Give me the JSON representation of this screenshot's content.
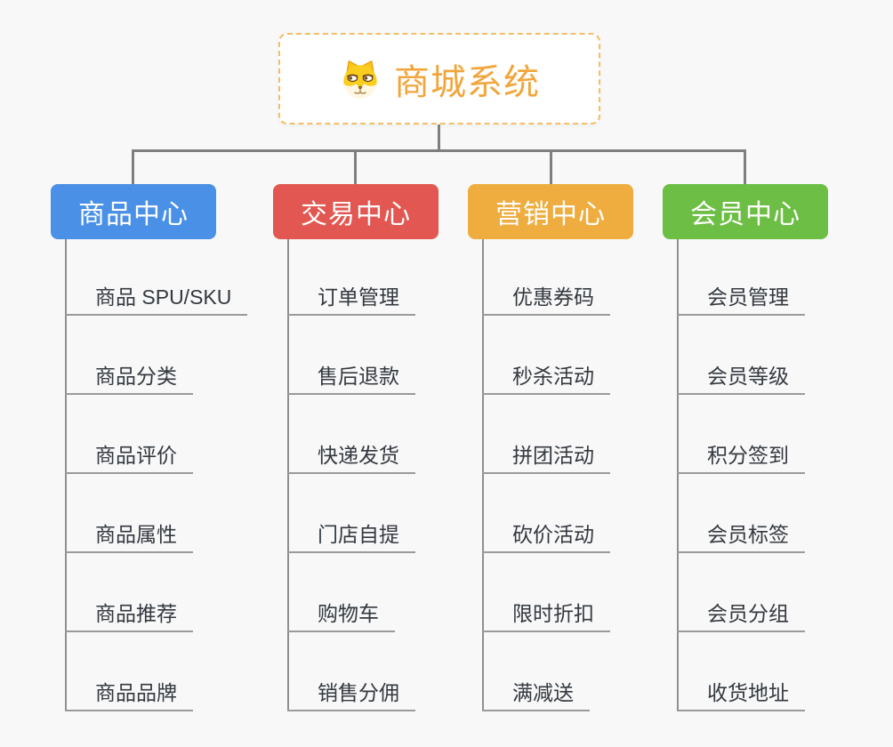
{
  "root": {
    "title": "商城系统"
  },
  "branches": [
    {
      "label": "商品中心",
      "color": "#4a90e6",
      "items": [
        "商品 SPU/SKU",
        "商品分类",
        "商品评价",
        "商品属性",
        "商品推荐",
        "商品品牌"
      ]
    },
    {
      "label": "交易中心",
      "color": "#e25752",
      "items": [
        "订单管理",
        "售后退款",
        "快递发货",
        "门店自提",
        "购物车",
        "销售分佣"
      ]
    },
    {
      "label": "营销中心",
      "color": "#eead3e",
      "items": [
        "优惠券码",
        "秒杀活动",
        "拼团活动",
        "砍价活动",
        "限时折扣",
        "满减送"
      ]
    },
    {
      "label": "会员中心",
      "color": "#6cbe44",
      "items": [
        "会员管理",
        "会员等级",
        "积分签到",
        "会员标签",
        "会员分组",
        "收货地址"
      ]
    }
  ],
  "theme": {
    "background": "#f8f8f8",
    "connector_line": "#7f7f7f",
    "item_underline": "#9a9a9a",
    "item_text": "#333940",
    "root_text": "#f1a63c",
    "root_border": "#f5bd64"
  }
}
